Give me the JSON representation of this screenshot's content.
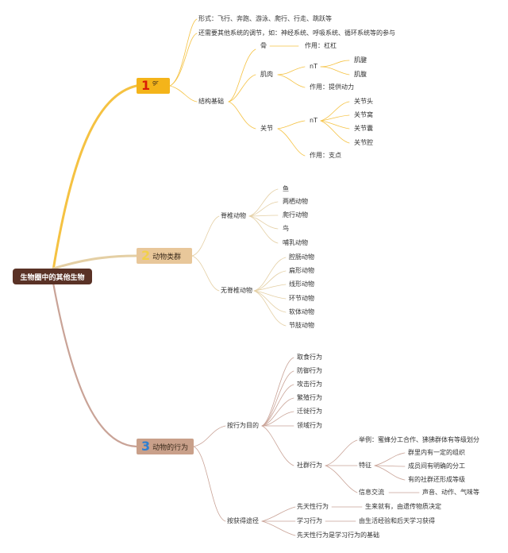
{
  "root": "生物圈中的其他生物",
  "b1": {
    "number": "1",
    "label": "gr",
    "children": {
      "f1": "形式：飞行、奔跑、游泳、爬行、行走、跳跃等",
      "f2": "还需要其他系统的调节，如：神经系统、呼吸系统、循环系统等的参与",
      "structure": "结构基础",
      "bone": "骨",
      "bone_role": "作用：杠杠",
      "muscle": "肌肉",
      "muscle_nt": "nT",
      "tendon": "肌腱",
      "belly": "肌腹",
      "muscle_role": "作用：提供动力",
      "joint": "关节",
      "joint_nt": "nT",
      "j1": "关节头",
      "j2": "关节窝",
      "j3": "关节囊",
      "j4": "关节腔",
      "joint_role": "作用：支点"
    }
  },
  "b2": {
    "number": "2",
    "label": "动物类群",
    "children": {
      "vert": "脊椎动物",
      "v1": "鱼",
      "v2": "两栖动物",
      "v3": "爬行动物",
      "v4": "鸟",
      "v5": "哺乳动物",
      "invert": "无脊椎动物",
      "i1": "腔肠动物",
      "i2": "扁形动物",
      "i3": "线形动物",
      "i4": "环节动物",
      "i5": "软体动物",
      "i6": "节肢动物"
    }
  },
  "b3": {
    "number": "3",
    "label": "动物的行为",
    "children": {
      "purpose": "按行为目的",
      "p1": "取食行为",
      "p2": "防御行为",
      "p3": "攻击行为",
      "p4": "繁殖行为",
      "p5": "迁徙行为",
      "p6": "领域行为",
      "social": "社群行为",
      "example": "举例：蜜蜂分工合作、狒狒群体有等级划分",
      "feature": "特征",
      "sf1": "群里内有一定的组织",
      "sf2": "成员间有明确的分工",
      "sf3": "有的社群还形成等级",
      "info": "信息交流",
      "info_detail": "声音、动作、气味等",
      "source": "按获得途径",
      "innate": "先天性行为",
      "innate_detail": "生来就有，由遗传物质决定",
      "learned": "学习行为",
      "learned_detail": "由生活经验和后天学习获得",
      "basis": "先天性行为是学习行为的基础"
    }
  },
  "colors": {
    "root_bg": "#5a3226",
    "b1_bg": "#f4b41a",
    "b1_num": "#d81e06",
    "b1_line": "#f5c242",
    "b2_bg": "#e8c79a",
    "b2_num": "#f2d04a",
    "b2_line": "#e4cfa4",
    "b3_bg": "#c9a08a",
    "b3_num": "#2f7fd0",
    "b3_line": "#c9a397"
  }
}
